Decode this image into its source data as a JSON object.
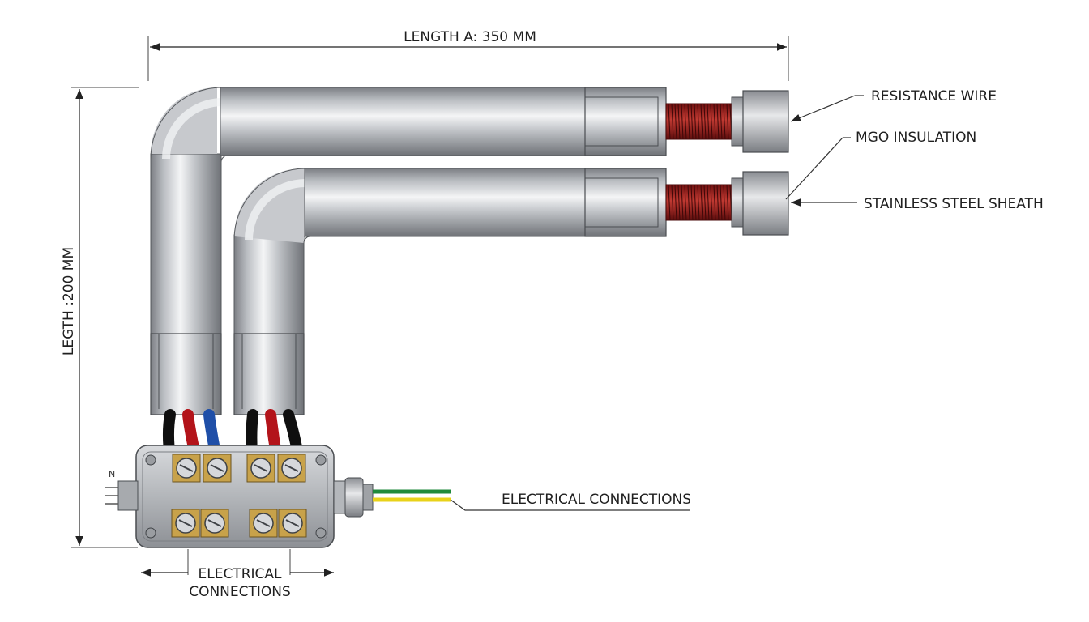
{
  "labels": {
    "length_a": "LENGTH A: 350 MM",
    "length_b": "LEGTH :200 MM",
    "resistance_wire": "RESISTANCE WIRE",
    "mgo_insulation": "MGO INSULATION",
    "stainless_sheath": "STAINLESS STEEL SHEATH",
    "electrical_connections_right": "ELECTRICAL CONNECTIONS",
    "electrical_connections_bottom_line1": "ELECTRICAL",
    "electrical_connections_bottom_line2": "CONNECTIONS",
    "side_mark": "N"
  },
  "colors": {
    "wire_black": "#1a1a1a",
    "wire_red": "#c4161c",
    "wire_blue": "#1f4fa8",
    "ground_green": "#1f8a3b",
    "ground_yellow": "#e8d21a",
    "coil_red": "#a81e1e",
    "terminal_brass": "#c8a24a"
  }
}
